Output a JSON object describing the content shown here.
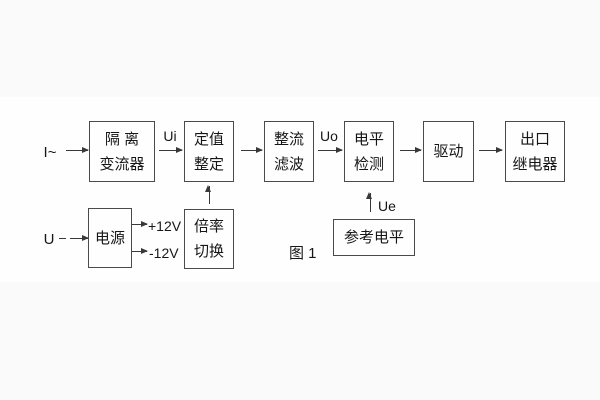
{
  "figure": {
    "caption": "图 1",
    "colors": {
      "background": "#fafafa",
      "figure_background": "#fefefe",
      "line": "#383838",
      "box_border": "#4a4a4a",
      "text": "#161616"
    },
    "inputs": {
      "current": "I~",
      "voltage": "U"
    },
    "signals": {
      "ui": "Ui",
      "uo": "Uo",
      "ue": "Ue",
      "plus12": "+12V",
      "minus12": "-12V"
    },
    "blocks": {
      "isolator": {
        "line1": "隔 离",
        "line2": "变流器"
      },
      "setting": {
        "line1": "定值",
        "line2": "整定"
      },
      "rectifier": {
        "line1": "整流",
        "line2": "滤波"
      },
      "detector": {
        "line1": "电平",
        "line2": "检测"
      },
      "driver": {
        "line1": "驱动"
      },
      "relay": {
        "line1": "出口",
        "line2": "继电器"
      },
      "power": {
        "line1": "电源"
      },
      "ratio": {
        "line1": "倍率",
        "line2": "切换"
      },
      "reference": {
        "line1": "参考电平"
      }
    }
  }
}
